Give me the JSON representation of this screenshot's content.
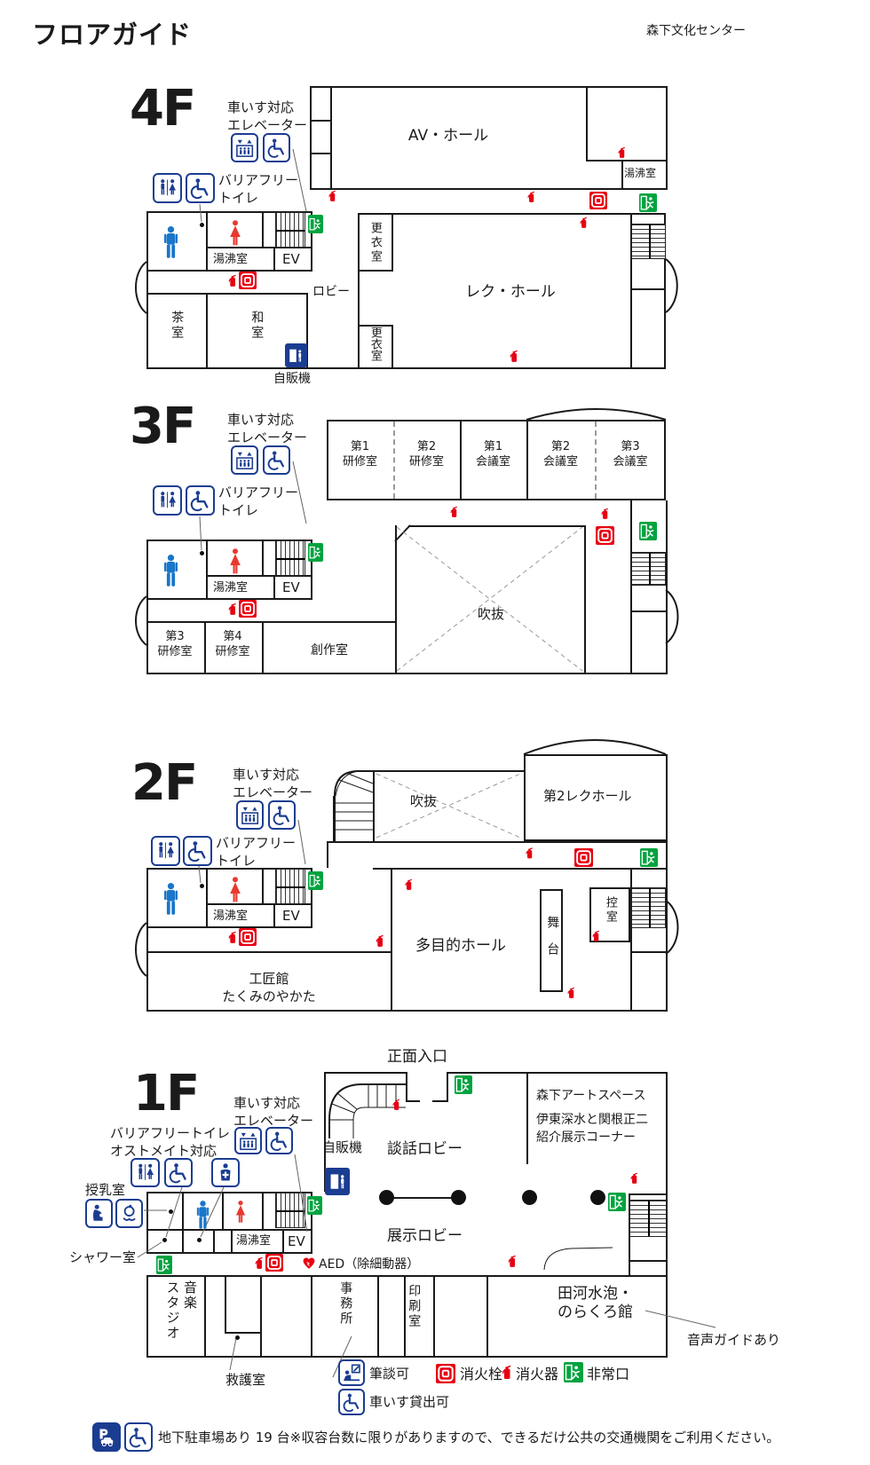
{
  "header": {
    "title": "フロアガイド",
    "building": "森下文化センター"
  },
  "common": {
    "elevator_note": "車いす対応\nエレベーター",
    "bf_toilet_note": "バリアフリー\nトイレ",
    "yuwakashi": "湯沸室",
    "ev": "EV",
    "vending": "自販機",
    "fukinuke": "吹抜"
  },
  "floor4": {
    "label": "4F",
    "av_hall": "AV・ホール",
    "rec_hall": "レク・ホール",
    "lobby": "ロビー",
    "koui": "更衣室",
    "chashitsu": "茶室",
    "washitsu": "和室"
  },
  "floor3": {
    "label": "3F",
    "rooms": {
      "k1": "第1\n研修室",
      "k2": "第2\n研修室",
      "g1": "第1\n会議室",
      "g2": "第2\n会議室",
      "g3": "第3\n会議室",
      "k3": "第3\n研修室",
      "k4": "第4\n研修室",
      "sosaku": "創作室"
    }
  },
  "floor2": {
    "label": "2F",
    "rec2": "第2レクホール",
    "takumi": "工匠館\nたくみのやかた",
    "tamoku": "多目的ホール",
    "butai": "舞台",
    "hikae": "控室"
  },
  "floor1": {
    "label": "1F",
    "front": "正面入口",
    "bf_toilet": "バリアフリートイレ\nオストメイト対応",
    "nursing": "授乳室",
    "shower": "シャワー室",
    "danwa": "談話ロビー",
    "tenji": "展示ロビー",
    "art1": "森下アートスペース",
    "art2": "伊東深水と関根正二\n紹介展示コーナー",
    "music": "音楽\nスタジオ",
    "kyugo": "救護室",
    "aed": "AED（除細動器）",
    "jimu": "事務所",
    "insatsu": "印刷室",
    "norakuro": "田河水泡・\nのらくろ館",
    "audio": "音声ガイドあり"
  },
  "legend": {
    "hitsudan": "筆談可",
    "wheelchair_loan": "車いす貸出可",
    "hydrant": "消火栓",
    "extinguisher": "消火器",
    "exit": "非常口",
    "parking_note": "地下駐車場あり 19 台※収容台数に限りがありますので、できるだけ公共の交通機関をご利用ください。"
  },
  "colors": {
    "blue": "#1b3d91",
    "red": "#e60012",
    "green": "#00a33e",
    "man_blue": "#1976c8",
    "woman_red": "#e8392f",
    "wall": "#1a1a1a"
  }
}
